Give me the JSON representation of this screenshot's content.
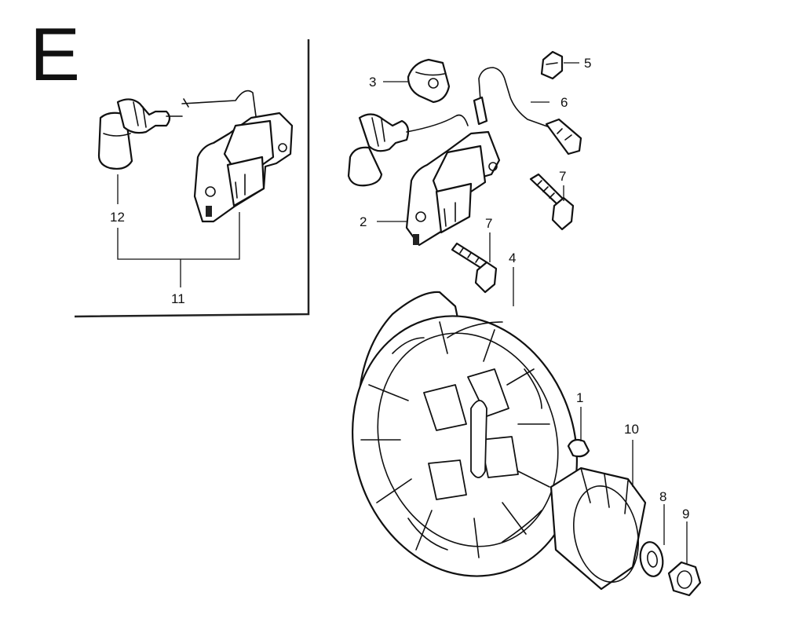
{
  "section_letter": "E",
  "callouts": {
    "c1": "1",
    "c2": "2",
    "c3": "3",
    "c4": "4",
    "c5": "5",
    "c6": "6",
    "c7a": "7",
    "c7b": "7",
    "c8": "8",
    "c9": "9",
    "c10": "10",
    "c11": "11",
    "c12": "12"
  }
}
